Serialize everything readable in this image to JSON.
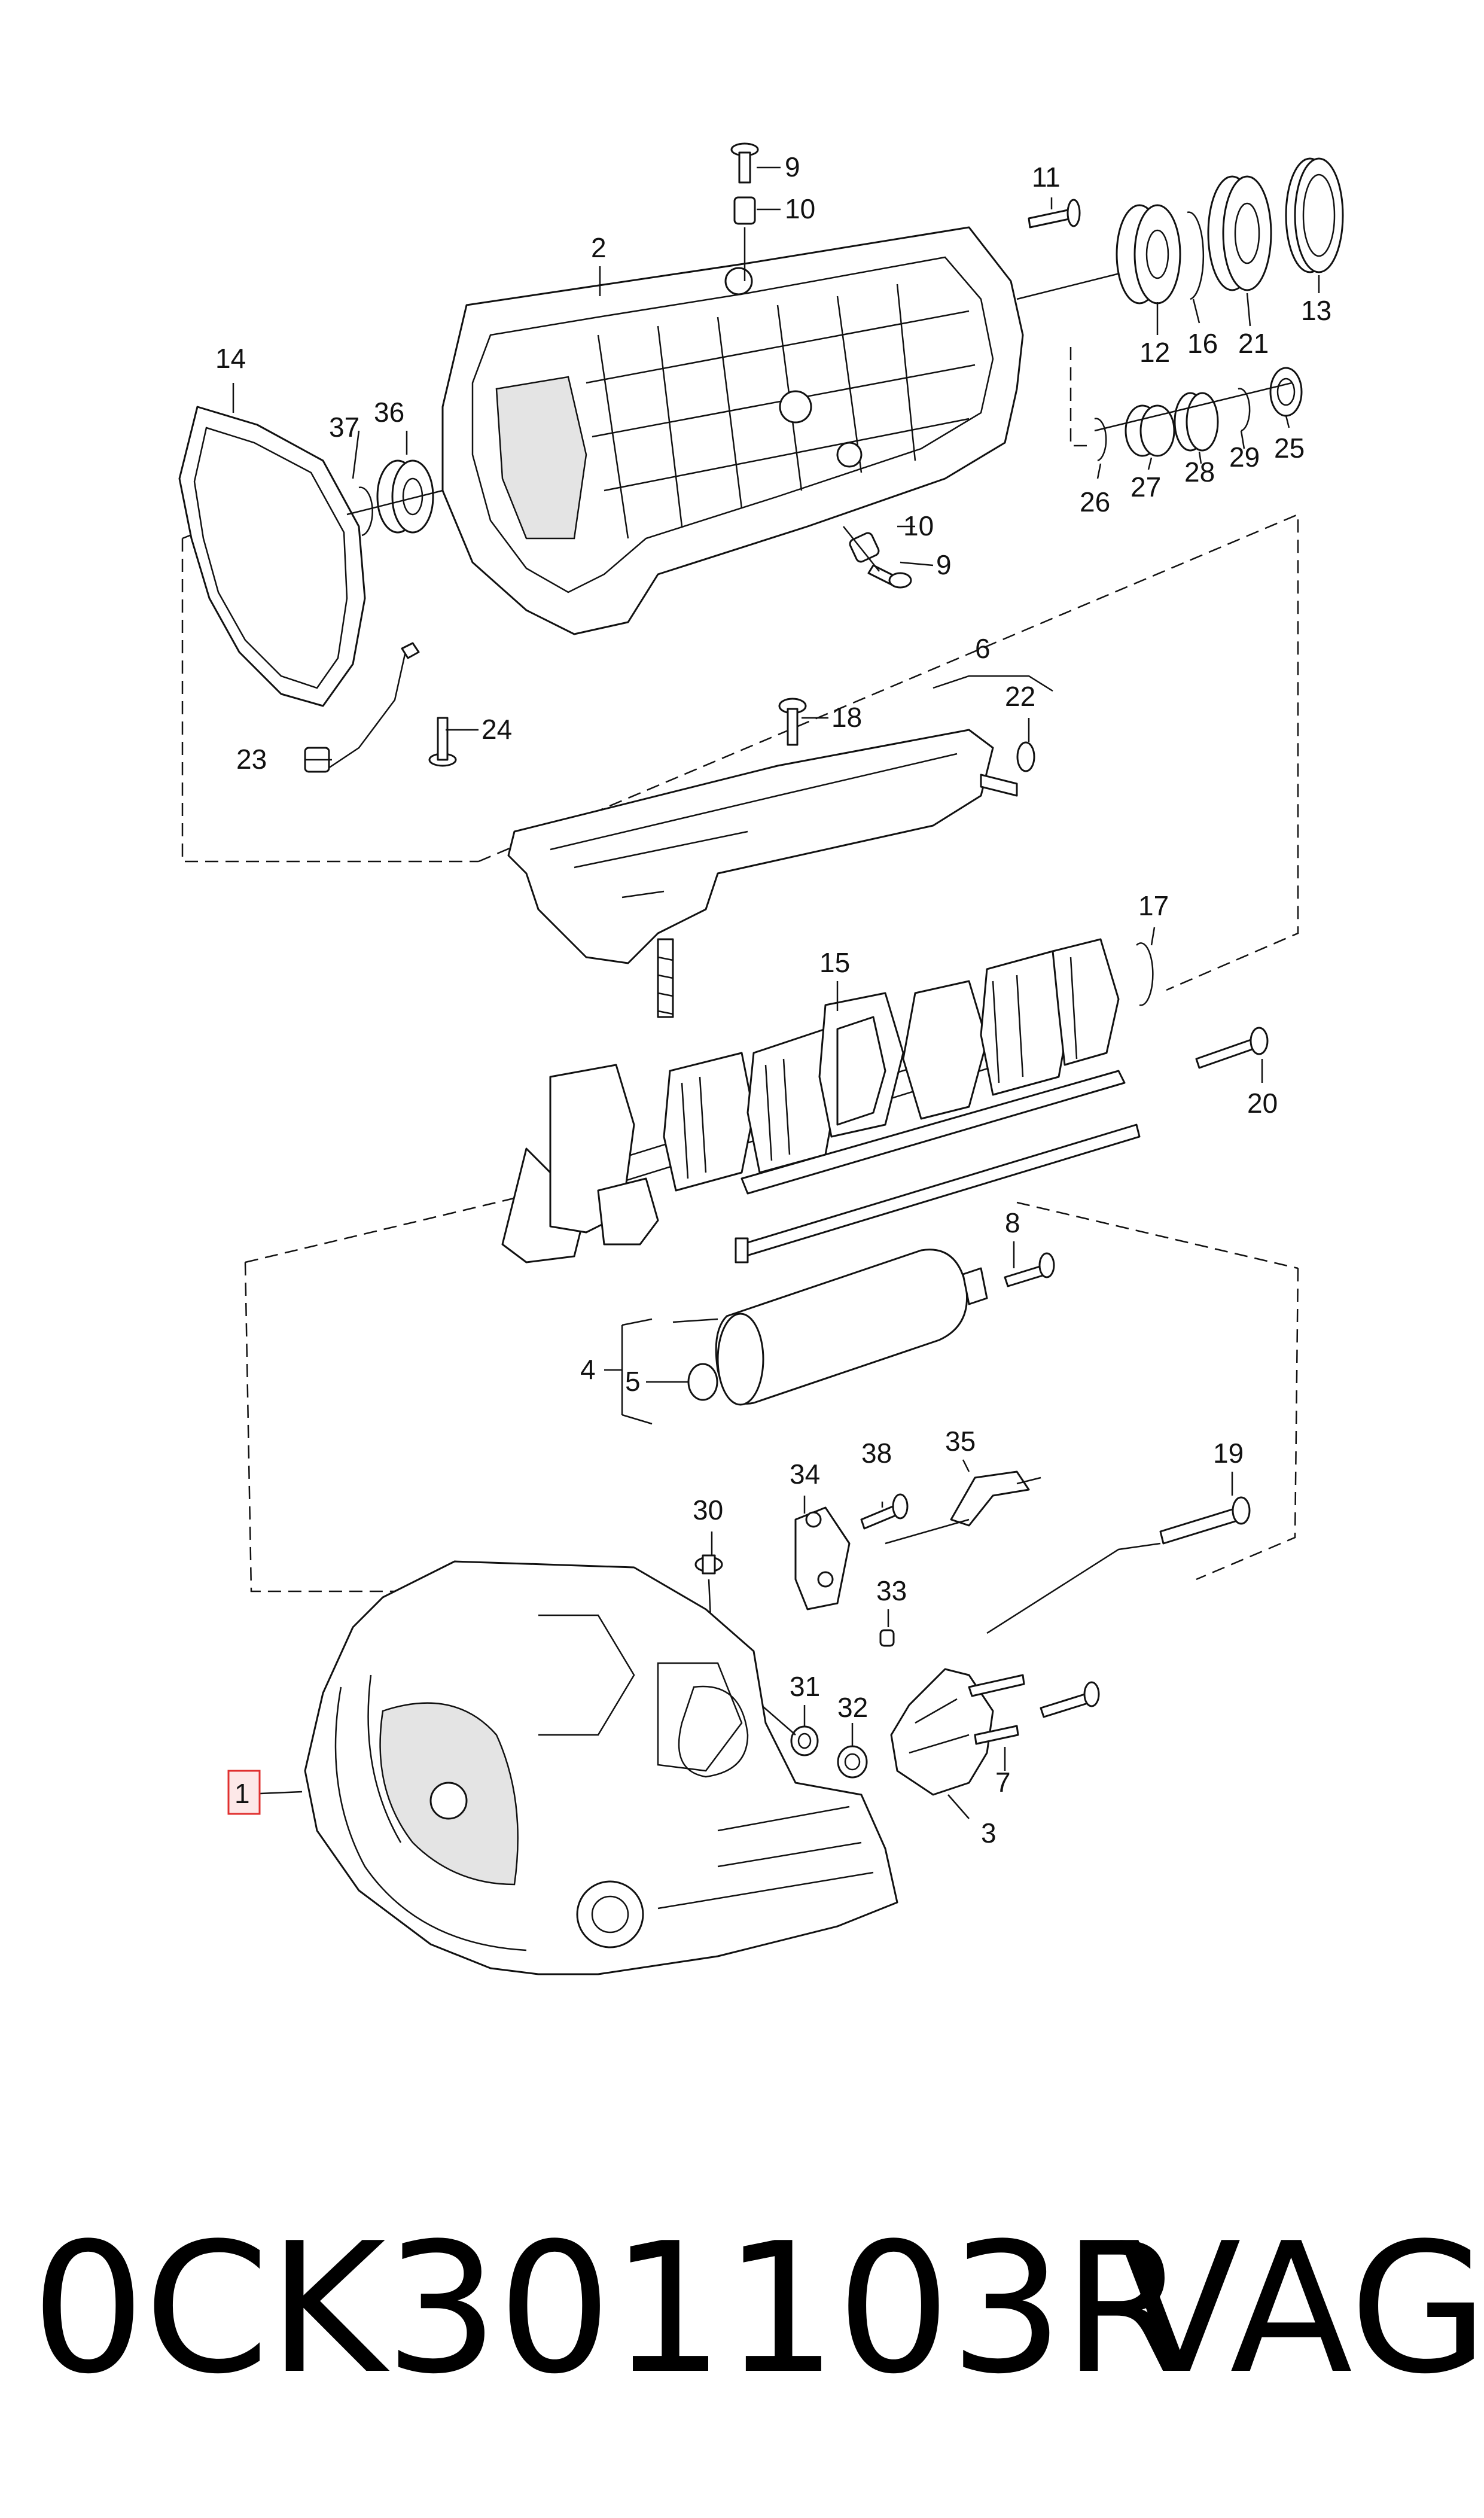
{
  "diagram": {
    "callouts": {
      "n1": "1",
      "n2": "2",
      "n3": "3",
      "n4": "4",
      "n5": "5",
      "n6": "6",
      "n7": "7",
      "n8": "8",
      "n9": "9",
      "n10": "10",
      "n11": "11",
      "n12": "12",
      "n13": "13",
      "n14": "14",
      "n15": "15",
      "n16": "16",
      "n17": "17",
      "n18": "18",
      "n19": "19",
      "n20": "20",
      "n21": "21",
      "n22": "22",
      "n23": "23",
      "n24": "24",
      "n25": "25",
      "n26": "26",
      "n27": "27",
      "n28": "28",
      "n29": "29",
      "n30": "30",
      "n31": "31",
      "n32": "32",
      "n33": "33",
      "n34": "34",
      "n35": "35",
      "n36": "36",
      "n37": "37",
      "n38": "38"
    },
    "highlight_color": "#e0302f"
  },
  "caption": {
    "part_number": "0CK301103R",
    "brand": "VAG"
  }
}
